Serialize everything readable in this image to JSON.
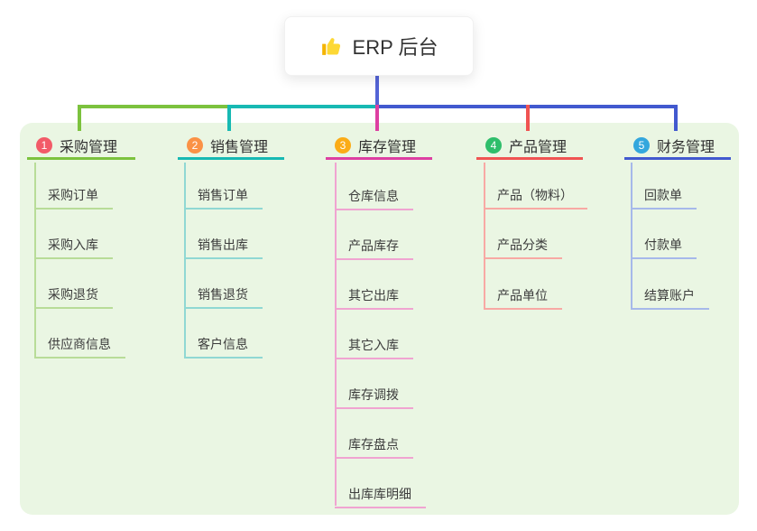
{
  "root": {
    "label": "ERP 后台",
    "icon": "thumbs-up-icon"
  },
  "branches": [
    {
      "num": "1",
      "title": "采购管理",
      "line_color": "#7cc23e",
      "child_line_color": "#b8dc98",
      "badge_color": "#f25b68",
      "children": [
        "采购订单",
        "采购入库",
        "采购退货",
        "供应商信息"
      ]
    },
    {
      "num": "2",
      "title": "销售管理",
      "line_color": "#17b9b3",
      "child_line_color": "#90d8d3",
      "badge_color": "#fb9246",
      "children": [
        "销售订单",
        "销售出库",
        "销售退货",
        "客户信息"
      ]
    },
    {
      "num": "3",
      "title": "库存管理",
      "line_color": "#dd3fa2",
      "child_line_color": "#f0a4d1",
      "badge_color": "#fbac17",
      "children": [
        "仓库信息",
        "产品库存",
        "其它出库",
        "其它入库",
        "库存调拨",
        "库存盘点",
        "出库库明细"
      ]
    },
    {
      "num": "4",
      "title": "产品管理",
      "line_color": "#f05352",
      "child_line_color": "#f8a9a4",
      "badge_color": "#2fbe6b",
      "children": [
        "产品（物料）",
        "产品分类",
        "产品单位"
      ]
    },
    {
      "num": "5",
      "title": "财务管理",
      "line_color": "#4259cf",
      "child_line_color": "#a6b9ea",
      "badge_color": "#33a7dd",
      "children": [
        "回款单",
        "付款单",
        "结算账户"
      ]
    }
  ],
  "colors": {
    "panel_bg": "#eaf6e3",
    "stem": "#5464d6",
    "canvas_bg": "#ffffff",
    "text": "#333333"
  }
}
